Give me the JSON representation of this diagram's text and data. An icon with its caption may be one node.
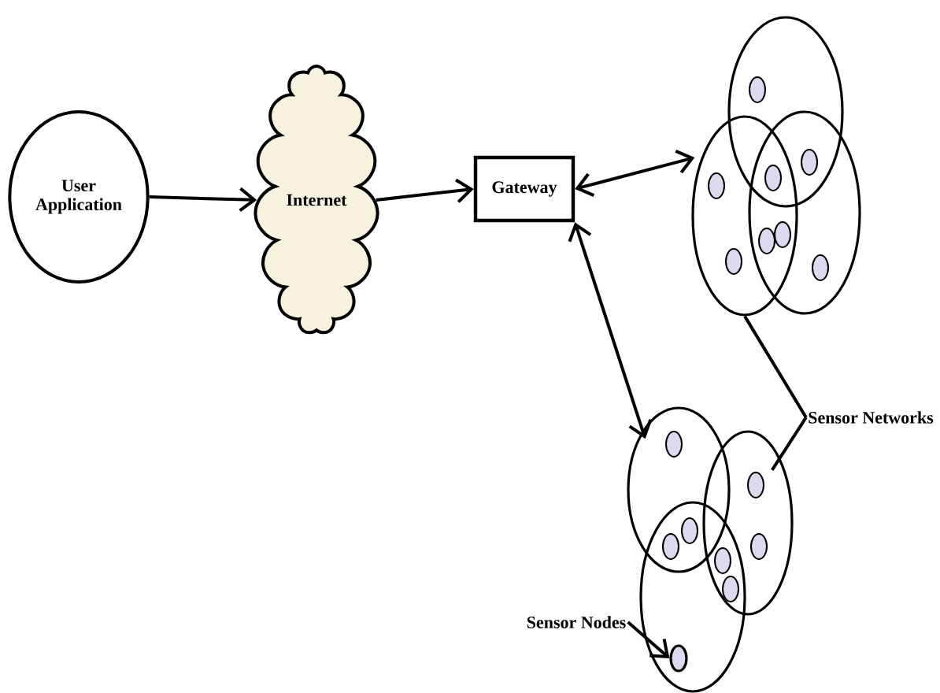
{
  "diagram": {
    "nodes": [
      {
        "text": [
          "User Application"
        ]
      },
      {
        "text": [
          "Internet"
        ]
      },
      {
        "text": [
          "Gateway"
        ]
      },
      {
        "text": [],
        "shape": "circle"
      },
      {
        "text": [],
        "shape": "circle"
      },
      {
        "text": [
          "Sensor Networks"
        ]
      },
      {
        "text": [],
        "shape": "circle"
      },
      {
        "text": [
          "Sensor Nodes"
        ]
      },
      {
        "text": [],
        "shape": "circle"
      }
    ],
    "edges": [
      {
        "from": 0,
        "to": 1,
        "arrow": "to"
      },
      {
        "from": 1,
        "to": 2,
        "arrow": "to"
      },
      {
        "from": 2,
        "to": 3,
        "arrow": "both"
      },
      {
        "from": 2,
        "to": 4,
        "arrow": "both"
      },
      {
        "from": 5,
        "to": 3,
        "arrow": "none"
      },
      {
        "from": 5,
        "to": 6,
        "arrow": "none"
      },
      {
        "from": 7,
        "to": 8,
        "arrow": "to"
      }
    ]
  }
}
